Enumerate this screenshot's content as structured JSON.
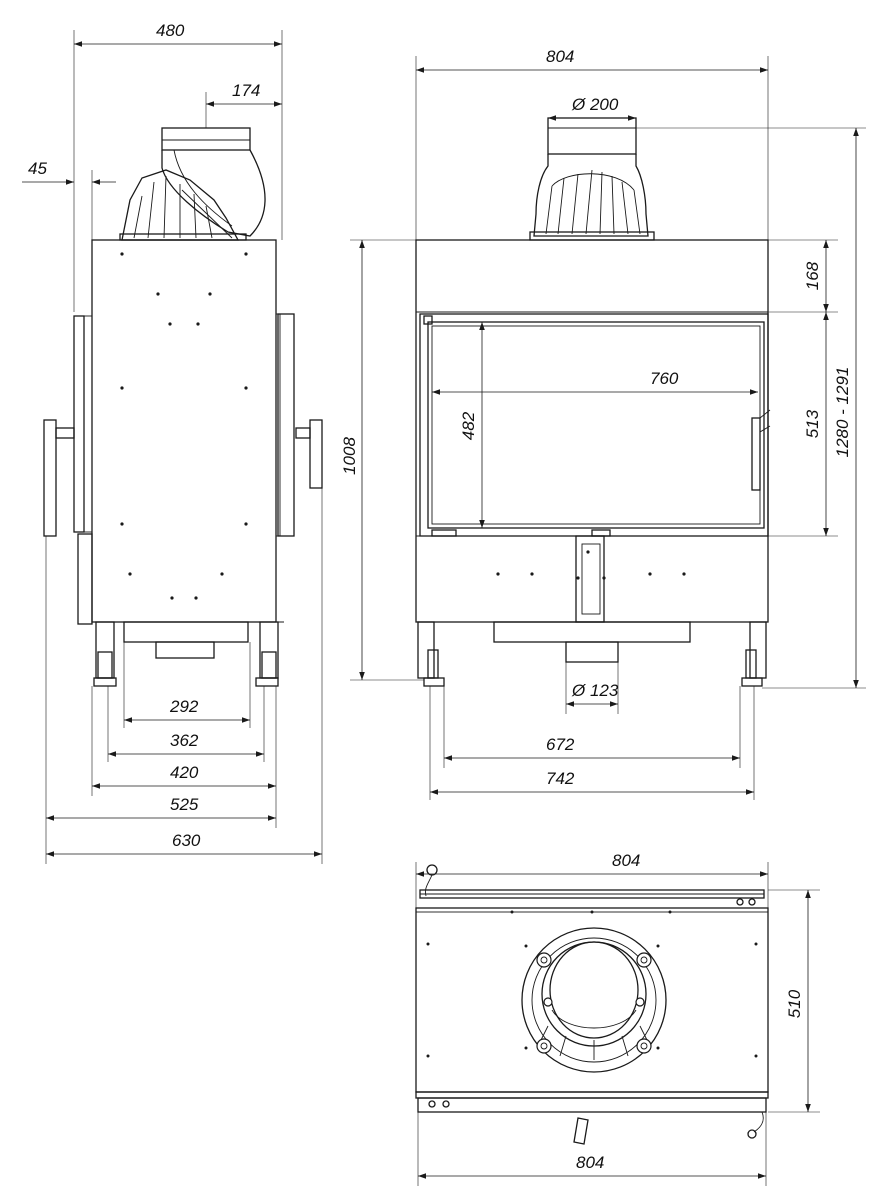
{
  "views": {
    "side": {
      "dims": {
        "depth_total": "480",
        "flue_offset": "174",
        "wall_gap": "45",
        "leg_292": "292",
        "leg_362": "362",
        "leg_420": "420",
        "leg_525": "525",
        "leg_630": "630"
      }
    },
    "front": {
      "dims": {
        "width": "804",
        "flue_diameter": "Ø 200",
        "height_total": "1008",
        "top_band": "168",
        "glass_height": "513",
        "install_height": "1280 - 1291",
        "glass_width": "760",
        "opening_height": "482",
        "air_inlet": "Ø 123",
        "legs_inner": "672",
        "legs_outer": "742"
      }
    },
    "top": {
      "dims": {
        "width_top": "804",
        "depth": "510",
        "width_bottom": "804"
      }
    }
  }
}
